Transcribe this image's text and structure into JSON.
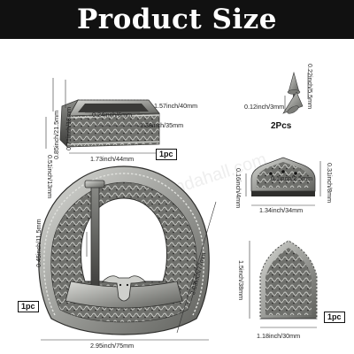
{
  "banner": {
    "title": "Product Size"
  },
  "watermark": "www.pandahall.com",
  "loop": {
    "dim_height": "0.85inch/21.5mm",
    "dim_inner_height": "0.71inch/18mm",
    "dim_width": "1.57inch/40mm",
    "dim_slot": "0.24inch/6mm",
    "dim_inner_width": "1.38inch/35mm",
    "dim_depth": "0.51inch/13mm",
    "dim_length": "1.73inch/44mm",
    "count": "1pc"
  },
  "spikes": {
    "dim_dia": "0.12inch/3mm",
    "dim_len": "0.22inch/5.5mm",
    "count": "2Pcs"
  },
  "buckle": {
    "dim_width": "2.95inch/75mm",
    "dim_height": "3.03inch/77mm",
    "dim_bar": "0.45inch/11.5mm",
    "count": "1pc",
    "colors": {
      "metal_light": "#b9bab6",
      "metal_dark": "#3c3c3a"
    }
  },
  "tip_small": {
    "dim_hole": "0.1inch/2.5mm",
    "dim_thick": "0.16inch/4mm",
    "dim_width": "1.34inch/34mm",
    "dim_height": "0.31inch/8mm"
  },
  "tip_large": {
    "dim_height": "1.5inch/38mm",
    "dim_width": "1.18inch/30mm",
    "count": "1pc"
  }
}
